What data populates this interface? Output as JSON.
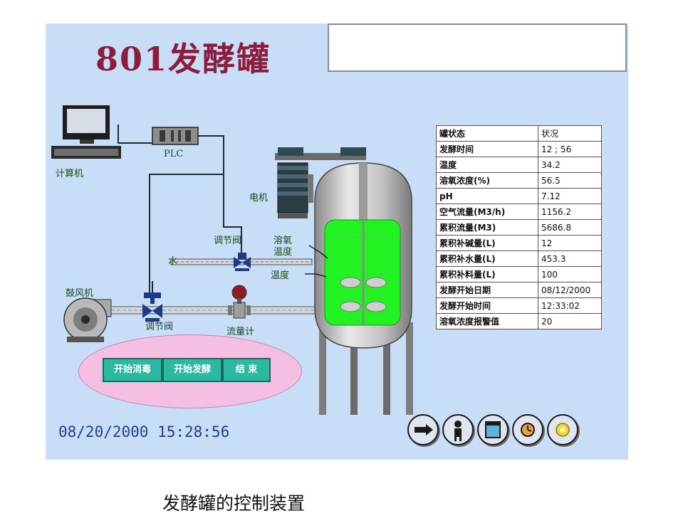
{
  "screen": {
    "title": "801发酵罐",
    "message": ""
  },
  "labels": {
    "computer": "计算机",
    "plc": "PLC",
    "motor": "电机",
    "valve_top": "调节阀",
    "water": "水",
    "dissolved_oxygen": "溶氧",
    "temperature_probe": "温度",
    "ph_probe": "温度",
    "blower": "鼓风机",
    "valve_bottom": "调节阀",
    "flowmeter": "流量计"
  },
  "status_table": [
    {
      "key": "罐状态",
      "value": "状况"
    },
    {
      "key": "发酵时间",
      "value": "12 ; 56"
    },
    {
      "key": "温度",
      "value": "34.2"
    },
    {
      "key": "溶氧浓度(%)",
      "value": "56.5"
    },
    {
      "key": "pH",
      "value": "7.12"
    },
    {
      "key": "空气流量(M3/h)",
      "value": "1156.2"
    },
    {
      "key": "累积流量(M3)",
      "value": "5686.8"
    },
    {
      "key": "累积补碱量(L)",
      "value": "12"
    },
    {
      "key": "累积补水量(L)",
      "value": "453.3"
    },
    {
      "key": "累积补料量(L)",
      "value": "100"
    },
    {
      "key": "发酵开始日期",
      "value": "08/12/2000"
    },
    {
      "key": "发酵开始时间",
      "value": "12:33:02"
    },
    {
      "key": "溶氧浓度报警值",
      "value": "20"
    }
  ],
  "controls": {
    "start_sterilize": "开始消毒",
    "start_ferment": "开始发酵",
    "end": "结 束"
  },
  "clock": "08/20/2000 15:28:56",
  "nav": [
    {
      "icon": "pump-icon"
    },
    {
      "icon": "person-icon"
    },
    {
      "icon": "window-icon"
    },
    {
      "icon": "alarm-icon"
    },
    {
      "icon": "exit-icon"
    }
  ],
  "caption": "发酵罐的控制装置",
  "colors": {
    "panel_bg": "#c8ddf6",
    "broth_green": "#22f222",
    "button_teal": "#2bb9a2",
    "oval_pink": "#f4bfe3",
    "title_red": "#8b1e3f"
  }
}
